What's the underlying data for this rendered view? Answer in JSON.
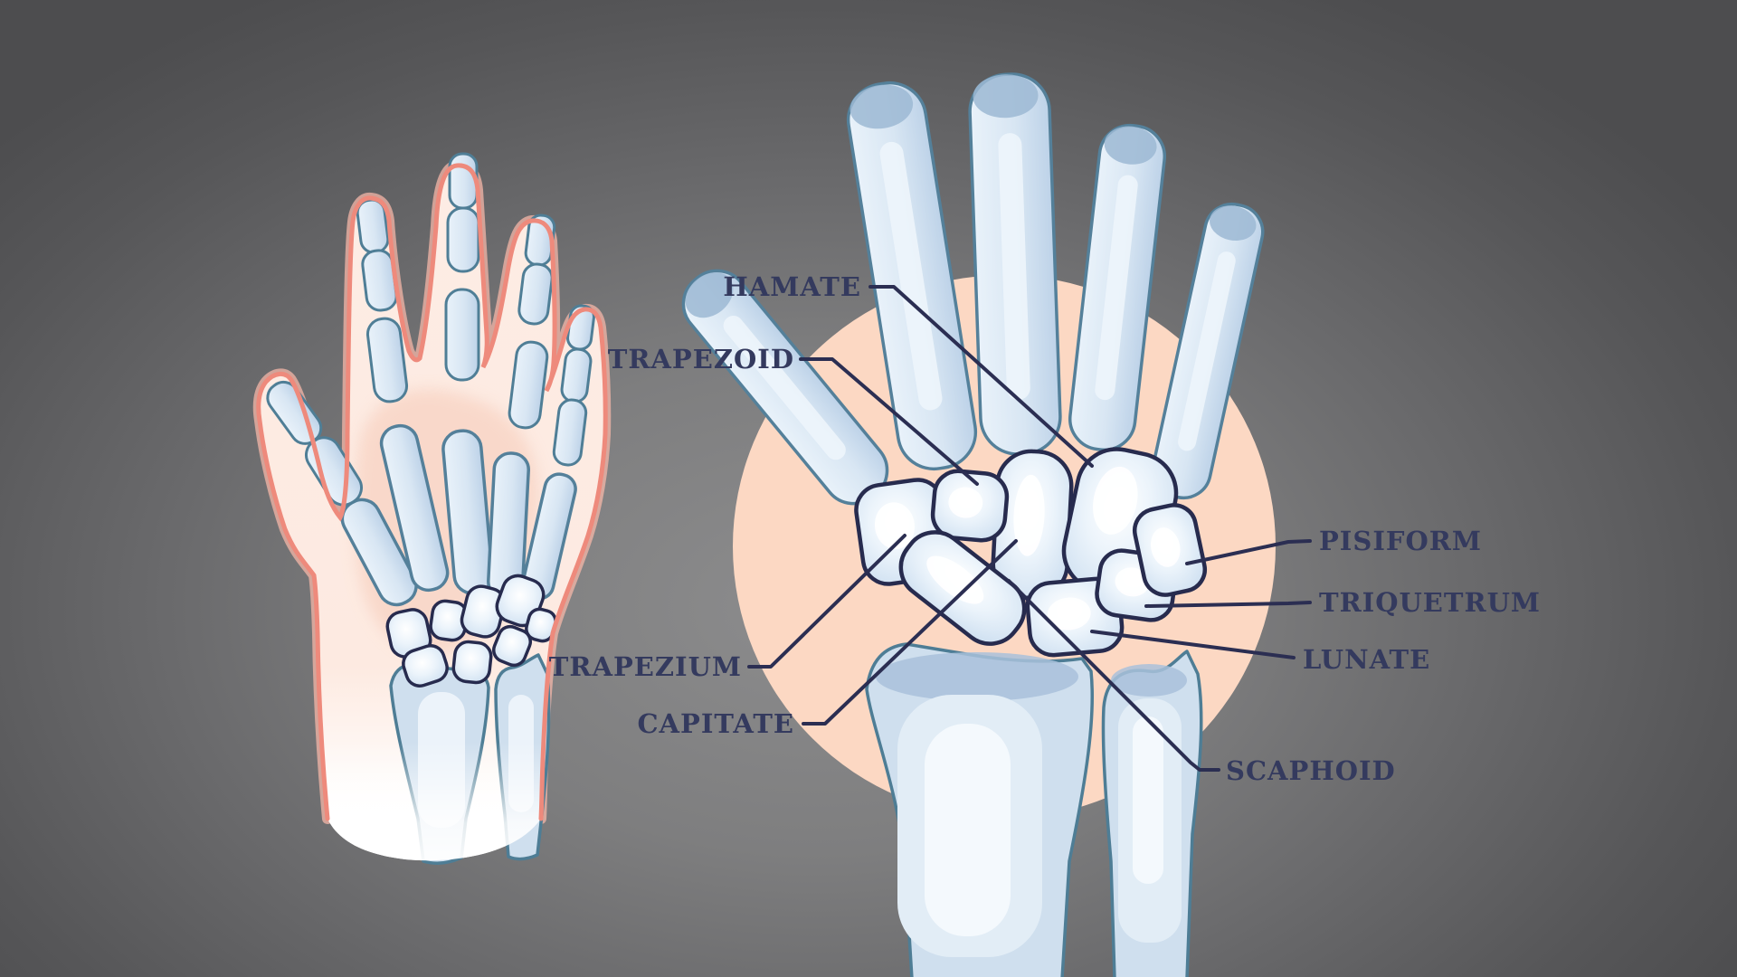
{
  "figure": {
    "type": "anatomy-diagram",
    "subject": "Carpal bones of the wrist"
  },
  "labels": [
    {
      "id": "hamate",
      "text": "HAMATE",
      "side": "left"
    },
    {
      "id": "trapezoid",
      "text": "TRAPEZOID",
      "side": "left"
    },
    {
      "id": "trapezium",
      "text": "TRAPEZIUM",
      "side": "left"
    },
    {
      "id": "capitate",
      "text": "CAPITATE",
      "side": "left"
    },
    {
      "id": "pisiform",
      "text": "PISIFORM",
      "side": "right"
    },
    {
      "id": "triquetrum",
      "text": "TRIQUETRUM",
      "side": "right"
    },
    {
      "id": "lunate",
      "text": "LUNATE",
      "side": "right"
    },
    {
      "id": "scaphoid",
      "text": "SCAPHOID",
      "side": "right"
    }
  ],
  "colors": {
    "background_center": "#8c8c8d",
    "background_edge": "#4d4d4f",
    "highlight_circle": "#fcd8c3",
    "bone_fill": "#d9e7f4",
    "bone_outline": "#4f7e96",
    "carpal_outline": "#272b4e",
    "leader_line": "#2b2e52",
    "label_text": "#343a5e",
    "skin_fill": "#fdece4",
    "skin_outline": "#ee8a7c"
  }
}
